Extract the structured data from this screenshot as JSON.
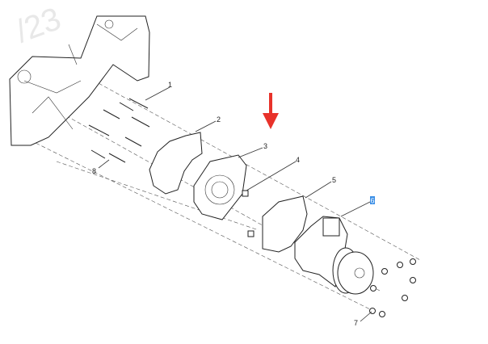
{
  "diagram": {
    "watermark": "/23",
    "callouts": [
      "1",
      "2",
      "3",
      "4",
      "5",
      "6",
      "7",
      "8"
    ],
    "selected_callout": "6",
    "arrow_color": "#e8322a",
    "highlight_color": "#3a8ee6"
  }
}
